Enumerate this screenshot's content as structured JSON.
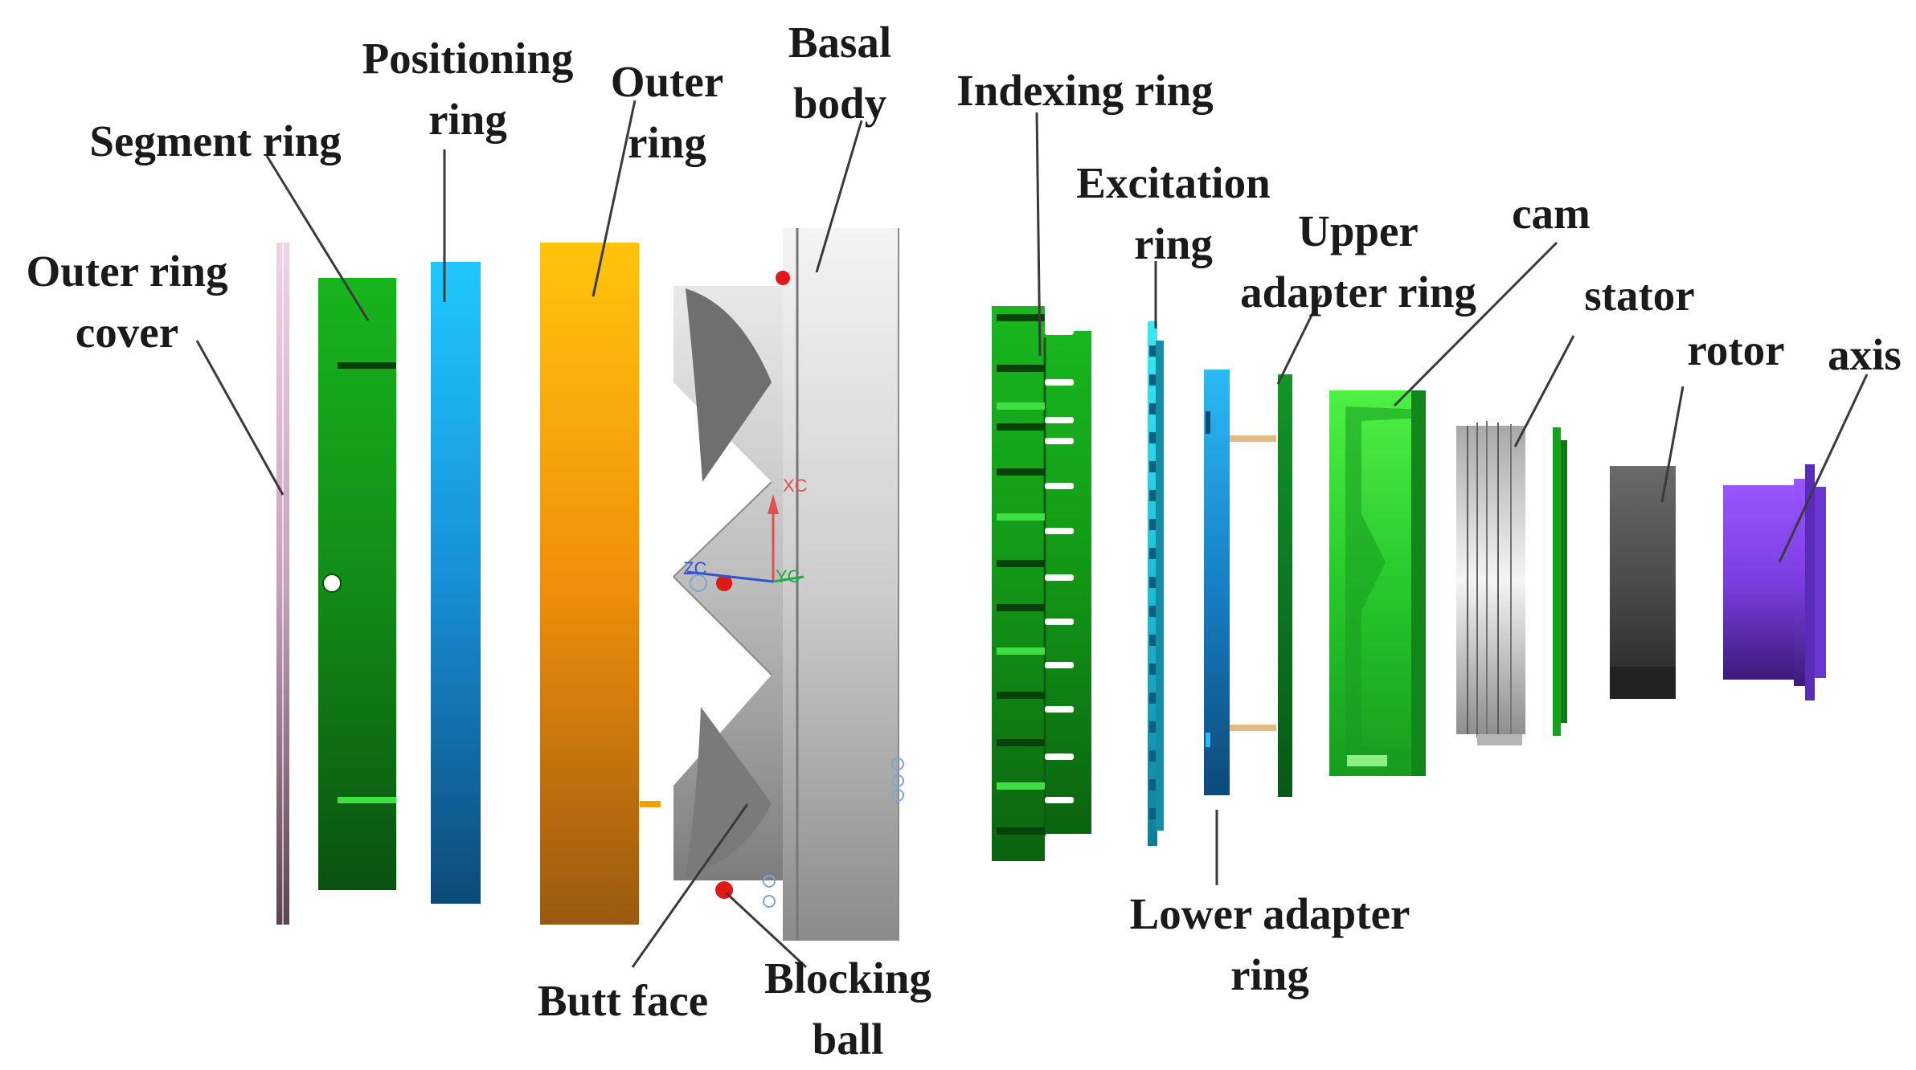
{
  "labels": {
    "outer_ring_cover": [
      "Outer ring",
      "cover"
    ],
    "segment_ring": [
      "Segment ring"
    ],
    "positioning_ring": [
      "Positioning",
      "ring"
    ],
    "outer_ring": [
      "Outer",
      "ring"
    ],
    "basal_body": [
      "Basal",
      "body"
    ],
    "indexing_ring": [
      "Indexing ring"
    ],
    "excitation_ring": [
      "Excitation",
      "ring"
    ],
    "upper_adapter_ring": [
      "Upper",
      "adapter ring"
    ],
    "cam": [
      "cam"
    ],
    "stator": [
      "stator"
    ],
    "rotor": [
      "rotor"
    ],
    "axis": [
      "axis"
    ],
    "lower_adapter_ring": [
      "Lower adapter",
      "ring"
    ],
    "butt_face": [
      "Butt face"
    ],
    "blocking_ball": [
      "Blocking",
      "ball"
    ]
  },
  "axis_triad": {
    "xc": "XC",
    "yc": "YC",
    "zc": "ZC"
  },
  "colors": {
    "cover": "#c7a2b8",
    "segment_green": "#17a51c",
    "positioning_blue": "#1b9ee6",
    "outer_orange": "#f0a00a",
    "basal_gray": "#a9a9a9",
    "indexing_green": "#14a01a",
    "excitation_cyan": "#20cfe4",
    "lower_adapter_blue": "#1580c9",
    "upper_adapter_green": "#0b7d1c",
    "cam_green": "#3fd735",
    "stator_gray": "#c8c8c8",
    "rotor_gray": "#4b4b4b",
    "axis_purple": "#7a3ee0",
    "ball_red": "#e01818"
  }
}
